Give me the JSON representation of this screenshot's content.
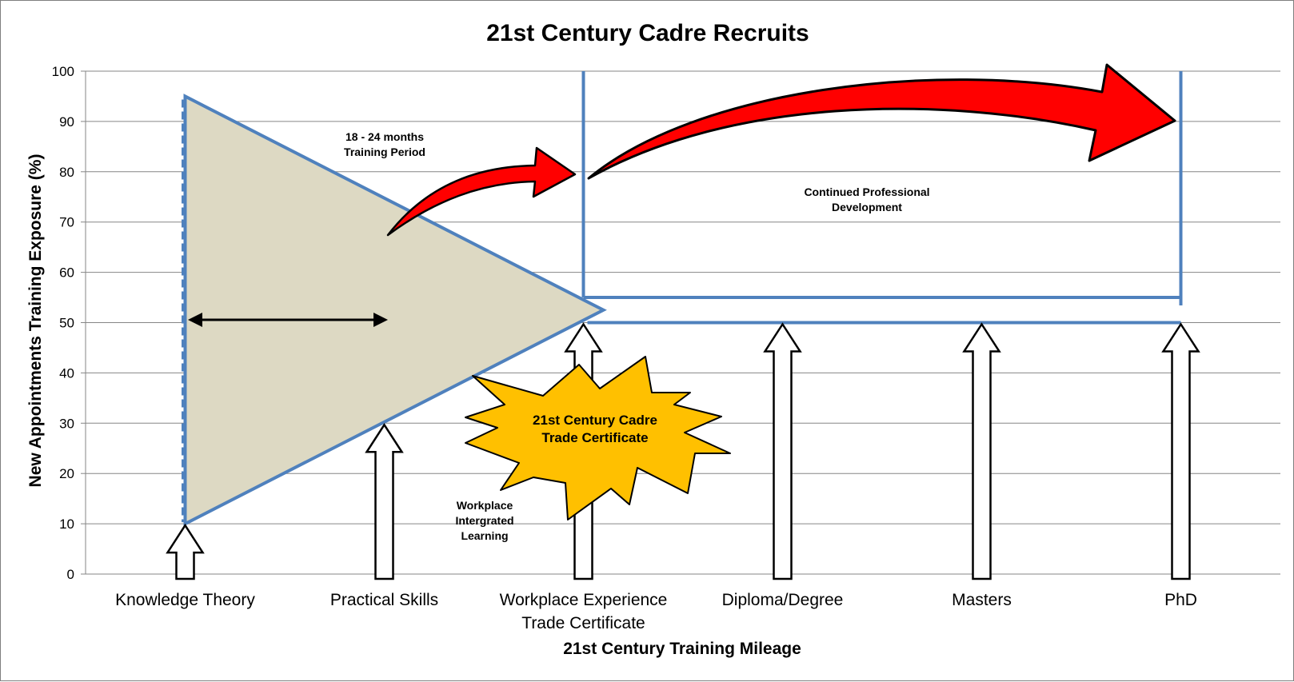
{
  "chart_data": {
    "type": "diagram-chart",
    "title": "21st Century Cadre Recruits",
    "xlabel": "21st Century Training Mileage",
    "ylabel": "New Appointments Training Exposure (%)",
    "ylim": [
      0,
      100
    ],
    "y_ticks": [
      0,
      10,
      20,
      30,
      40,
      50,
      60,
      70,
      80,
      90,
      100
    ],
    "grid": true,
    "categories": [
      "Knowledge Theory",
      "Practical Skills",
      "Workplace Experience\nTrade Certificate",
      "Diploma/Degree",
      "Masters",
      "PhD"
    ],
    "category_arrow_tops": [
      10,
      30,
      50,
      50,
      50,
      50
    ],
    "triangle": {
      "category_from": 0,
      "category_to": 2,
      "y_top": 95,
      "y_tip": 52.5,
      "y_bottom": 10,
      "fill": "#ddd9c3",
      "stroke": "#4f81bd"
    },
    "cpd_bracket": {
      "category_from": 2,
      "category_to": 5,
      "y_top": 100,
      "y_bottom": 55,
      "y_baseline": 50,
      "color": "#4f81bd"
    },
    "annotations": {
      "training_period": "18 - 24 months\nTraining Period",
      "cpd": "Continued Professional\nDevelopment",
      "wil": "Workplace\nIntergrated\nLearning",
      "certificate": "21st Century Cadre\nTrade Certificate"
    },
    "colors": {
      "red_arrow": "#ff0000",
      "burst": "#ffc000",
      "grid": "#868686",
      "accent": "#4f81bd"
    }
  }
}
